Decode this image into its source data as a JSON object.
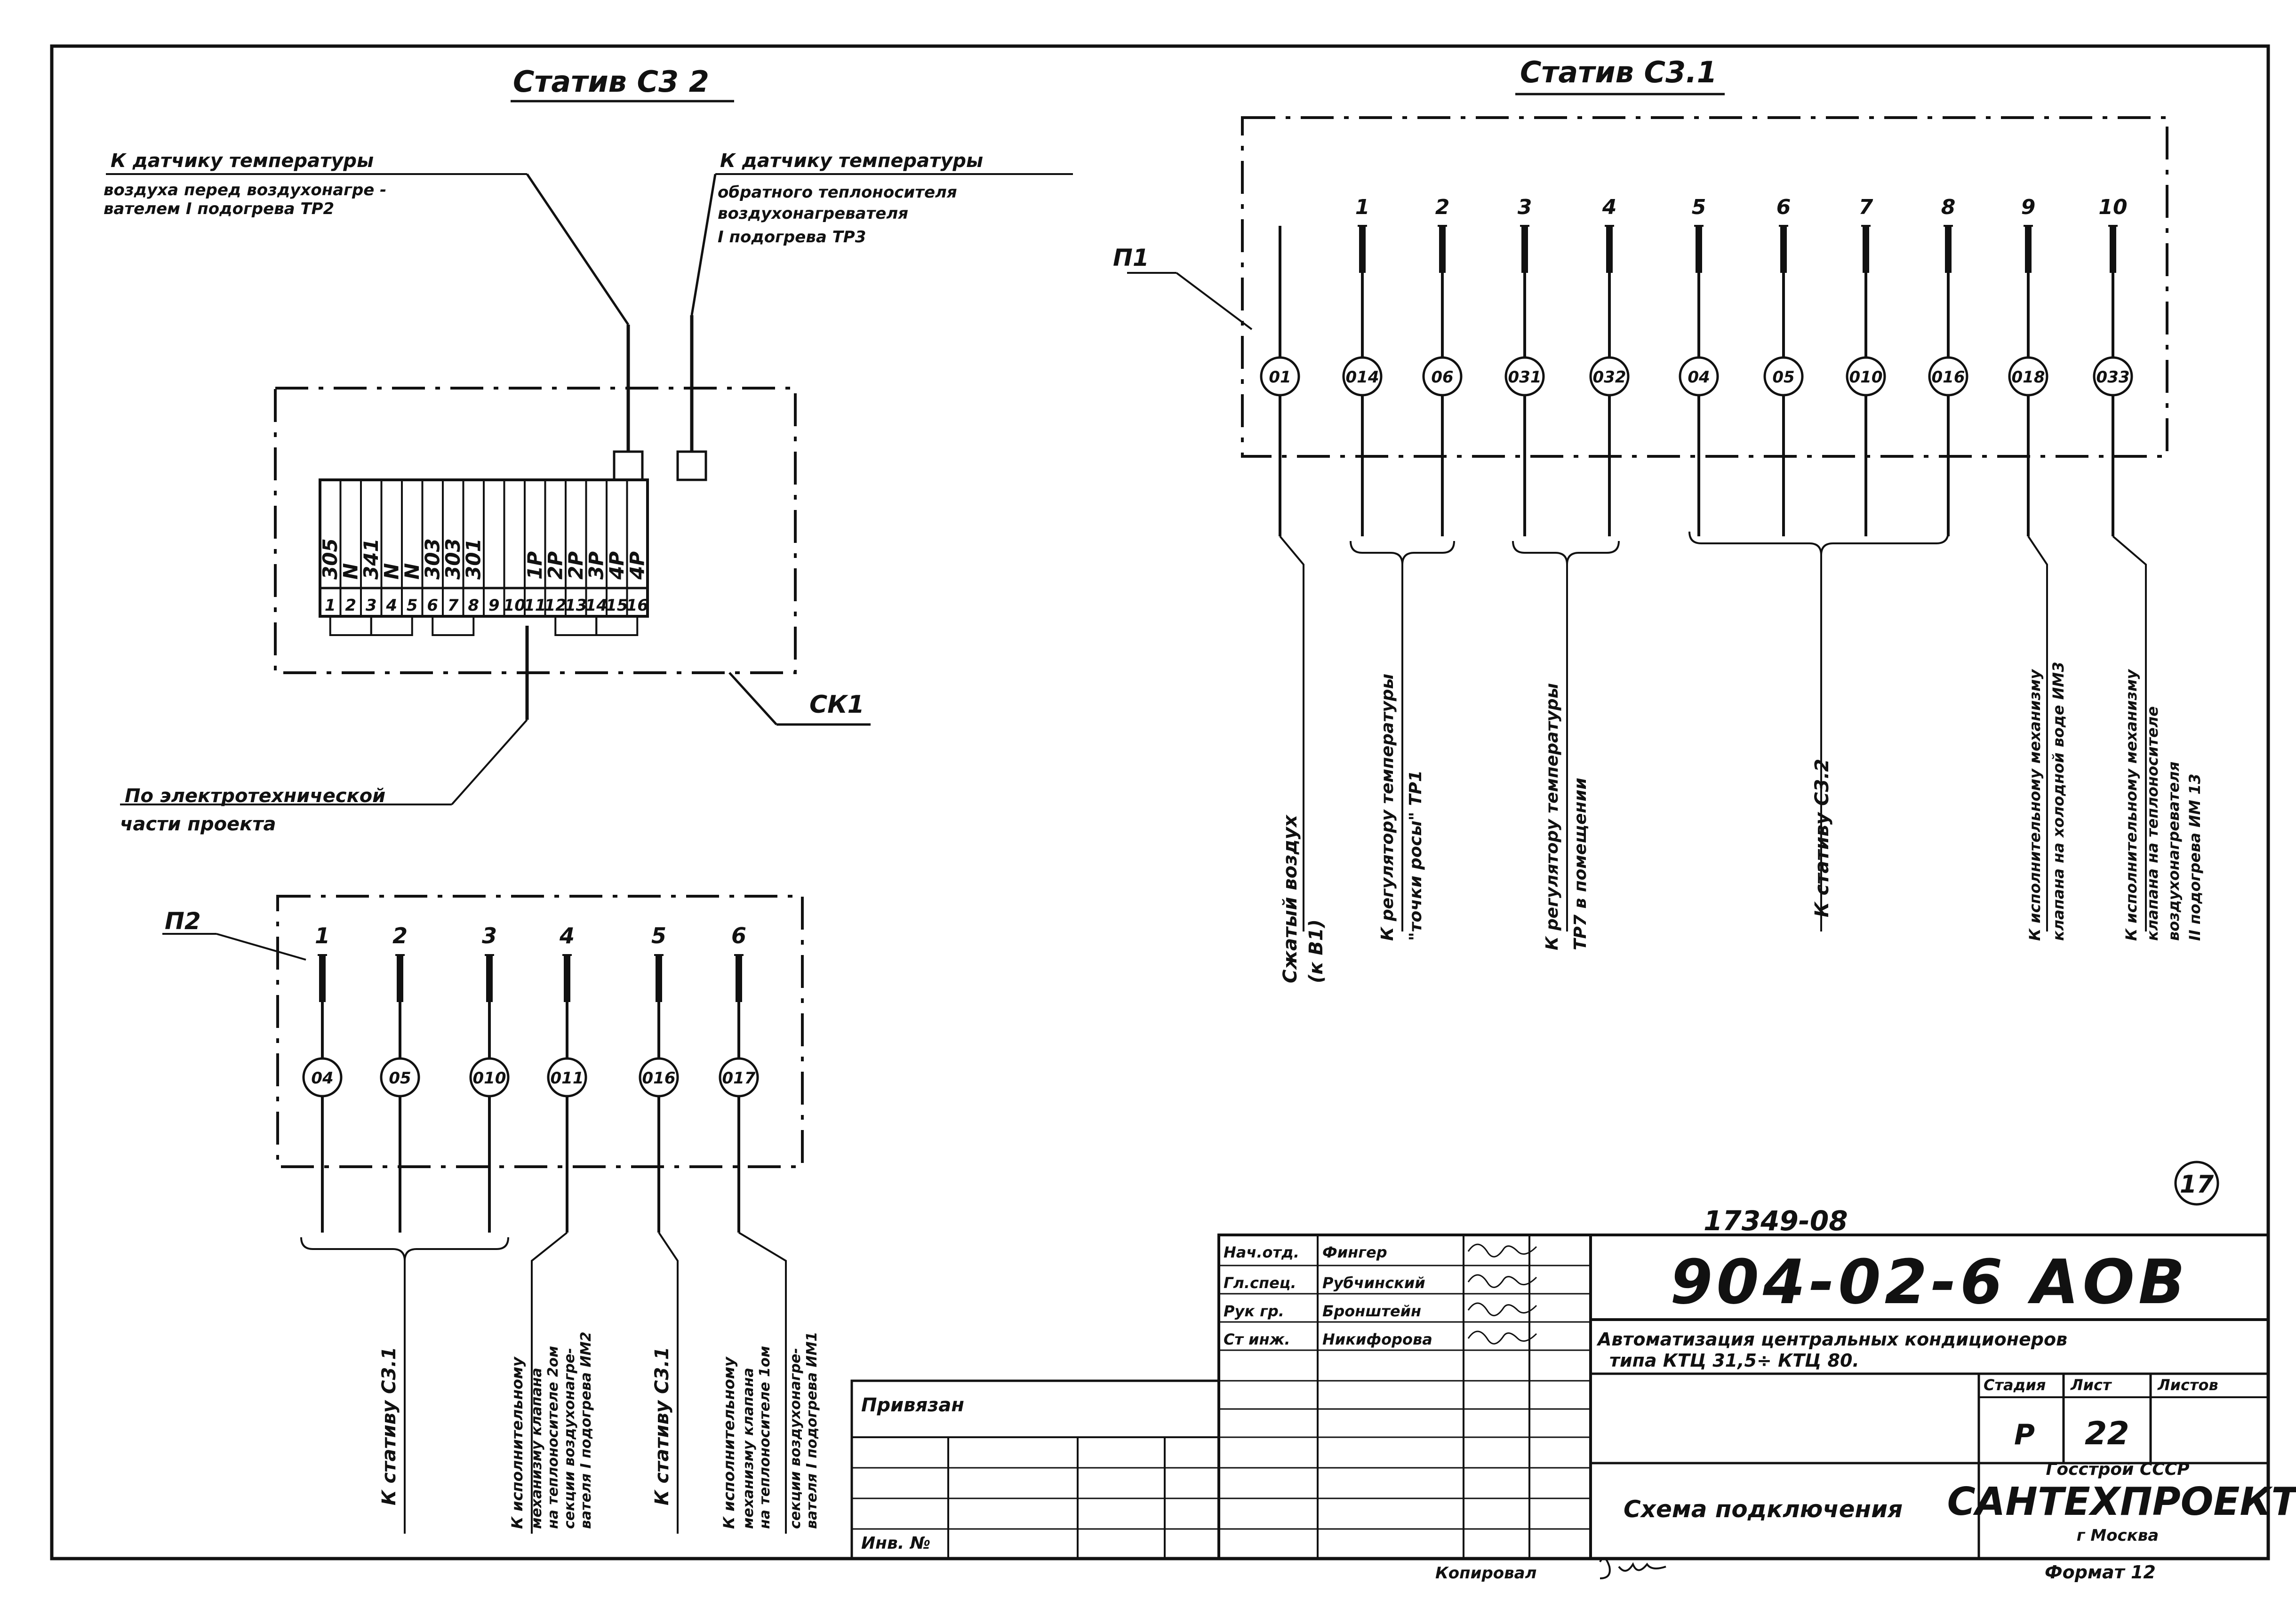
{
  "rack_c32": {
    "title": "Статив С3 2",
    "sensor_left": [
      "К датчику температуры",
      "воздуха перед воздухонагре -",
      "вателем I подогрева ТР2"
    ],
    "sensor_right": [
      "К датчику температуры",
      "обратного теплоносителя",
      "воздухонагревателя",
      "I подогрева ТР3"
    ],
    "terminal_top": [
      "305",
      "N",
      "341",
      "N",
      "N",
      "303",
      "303",
      "301",
      "",
      "",
      "1P",
      "2P",
      "2P",
      "3P",
      "4P",
      "4P"
    ],
    "terminal_numbers": [
      "1",
      "2",
      "3",
      "4",
      "5",
      "6",
      "7",
      "8",
      "9",
      "10",
      "11",
      "12",
      "13",
      "14",
      "15",
      "16"
    ],
    "box_label": "СК1",
    "electro_note": [
      "По электротехнической",
      "части проекта"
    ]
  },
  "rack_c31": {
    "title": "Статив С3.1",
    "panel_label": "П1",
    "numbers": [
      "1",
      "2",
      "3",
      "4",
      "5",
      "6",
      "7",
      "8",
      "9",
      "10"
    ],
    "circles": [
      "01",
      "014",
      "06",
      "031",
      "032",
      "04",
      "05",
      "010",
      "016",
      "018",
      "033"
    ],
    "connections": [
      [
        "Сжатый воздух",
        "(к В1)"
      ],
      [
        "К регулятору температуры",
        "\"точки росы\"  ТР1"
      ],
      [
        "К регулятору температуры",
        "ТР7 в помещении"
      ],
      [
        "К стативу С3.2"
      ],
      [
        "К исполнительному механизму",
        "клапана на холодной воде ИМ3"
      ],
      [
        "К исполнительному механизму",
        "клапана на теплоносителе",
        "воздухонагревателя",
        "II подогрева  ИМ 13"
      ]
    ]
  },
  "panel_p2": {
    "label": "П2",
    "numbers": [
      "1",
      "2",
      "3",
      "4",
      "5",
      "6"
    ],
    "circles": [
      "04",
      "05",
      "010",
      "011",
      "016",
      "017"
    ],
    "connections": [
      [
        "К стативу С3.1"
      ],
      [
        "К исполнительному",
        "механизму клапана",
        "на теплоносителе 2ом",
        "секции воздухонагре-",
        "вателя I подогрева ИМ2"
      ],
      [
        "К стативу С3.1"
      ],
      [
        "К исполнительному",
        "механизму клапана",
        "на теплоносителе 1ом",
        "секции воздухонагре-",
        "вателя I подогрева ИМ1"
      ]
    ]
  },
  "title_block": {
    "sheet_circle": "17",
    "order_number": "17349-08",
    "designation": "904-02-6  АОВ",
    "roles": [
      "Нач.отд.",
      "Гл.спец.",
      "Рук гр.",
      "Ст инж."
    ],
    "names": [
      "Фингер",
      "Рубчинский",
      "Бронштейн",
      "Никифорова"
    ],
    "project_title": [
      "Автоматизация центральных кондиционеров",
      "типа  КТЦ 31,5÷ КТЦ 80."
    ],
    "stage_header": "Стадия",
    "sheet_header": "Лист",
    "sheets_header": "Листов",
    "stage": "Р",
    "sheet": "22",
    "sheet_name": "Схема подключения",
    "org": [
      "Госстрой СССР",
      "САНТЕХПРОЕКТ",
      "г Москва"
    ],
    "bound": "Привязан",
    "inv": "Инв. №",
    "copied": "Копировал",
    "format": "Формат 12"
  }
}
